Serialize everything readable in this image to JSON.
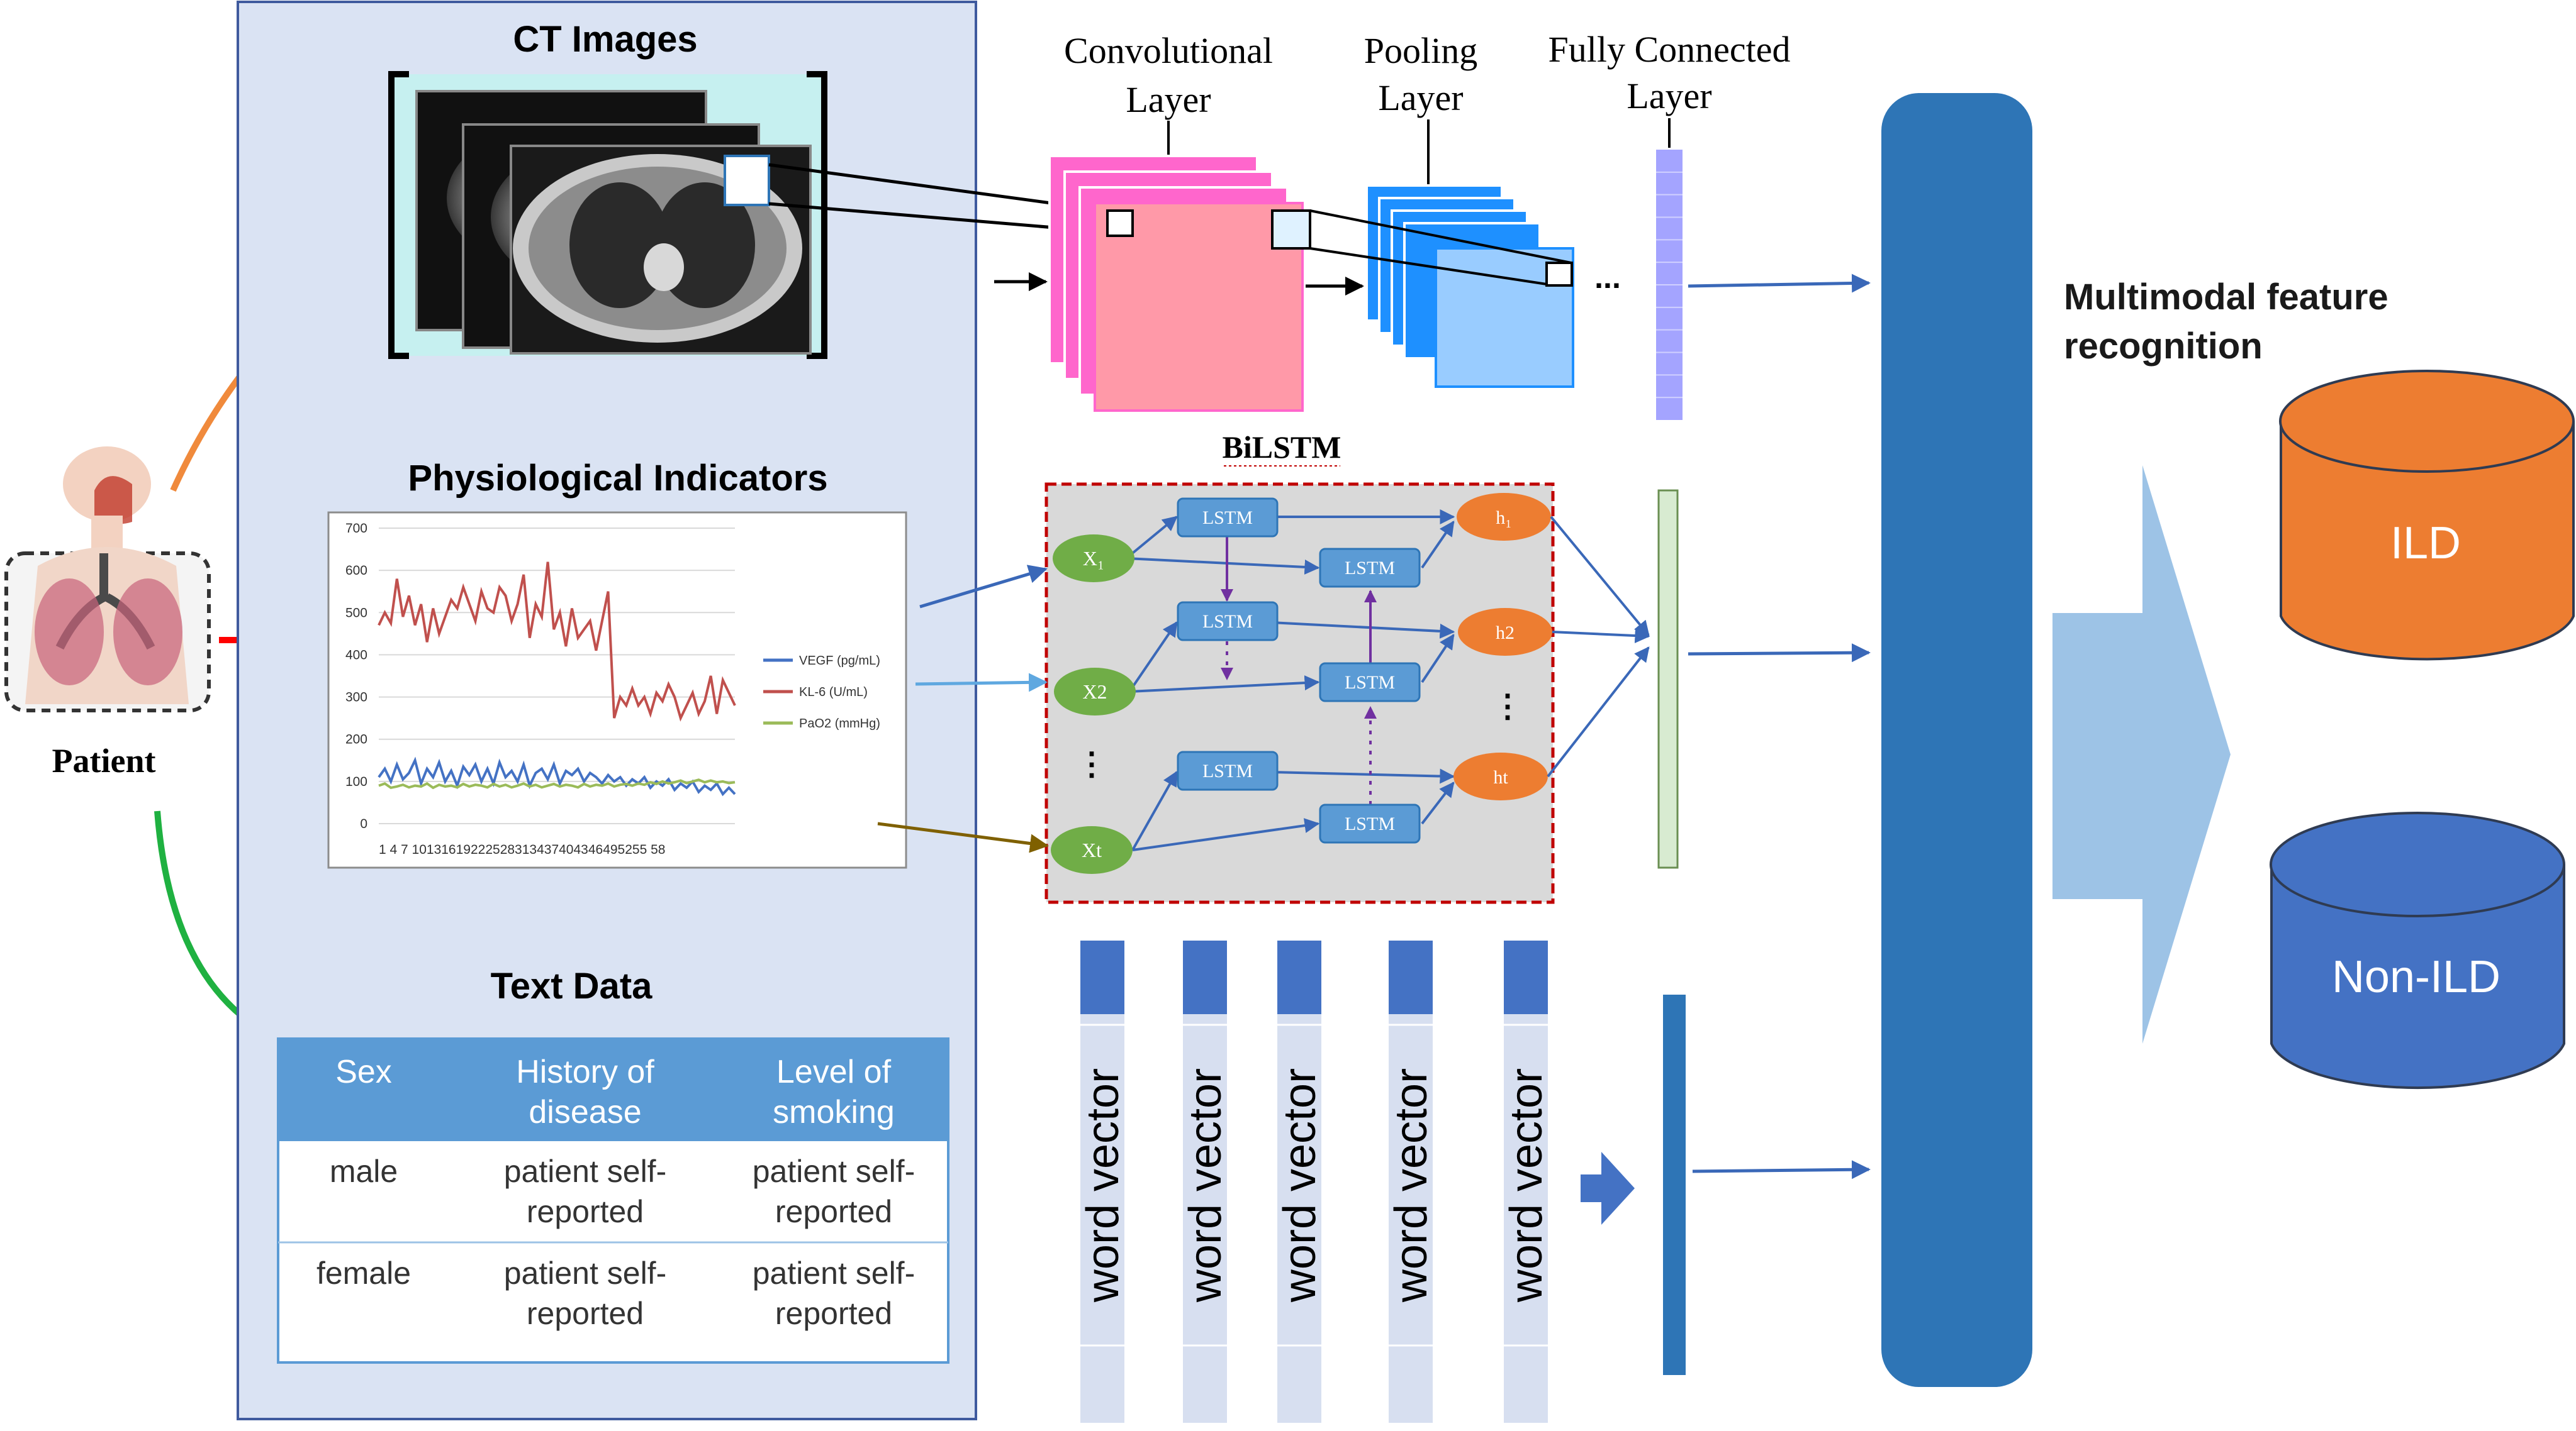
{
  "patient": {
    "label": "Patient"
  },
  "panel": {
    "ct_title": "CT Images",
    "physio_title": "Physiological Indicators",
    "text_title": "Text Data"
  },
  "physio_chart": {
    "chart_data": {
      "type": "line",
      "title": "",
      "xlabel": "",
      "ylabel": "",
      "ylim": [
        0,
        700
      ],
      "yticks": [
        "0",
        "100",
        "200",
        "300",
        "400",
        "500",
        "600",
        "700"
      ],
      "x_tick_text": "1  4  7 10131619222528313437404346495255 58",
      "x": [
        1,
        2,
        3,
        4,
        5,
        6,
        7,
        8,
        9,
        10,
        11,
        12,
        13,
        14,
        15,
        16,
        17,
        18,
        19,
        20,
        21,
        22,
        23,
        24,
        25,
        26,
        27,
        28,
        29,
        30,
        31,
        32,
        33,
        34,
        35,
        36,
        37,
        38,
        39,
        40,
        41,
        42,
        43,
        44,
        45,
        46,
        47,
        48,
        49,
        50,
        51,
        52,
        53,
        54,
        55,
        56,
        57,
        58,
        59,
        60
      ],
      "series": [
        {
          "name": "VEGF (pg/mL)",
          "color": "#4472c4",
          "values": [
            110,
            130,
            100,
            140,
            105,
            120,
            150,
            95,
            130,
            110,
            145,
            100,
            125,
            90,
            135,
            115,
            140,
            100,
            130,
            95,
            145,
            110,
            125,
            100,
            140,
            90,
            120,
            130,
            105,
            140,
            95,
            125,
            115,
            130,
            100,
            120,
            110,
            95,
            115,
            100,
            110,
            90,
            105,
            95,
            110,
            85,
            100,
            90,
            105,
            80,
            95,
            85,
            100,
            75,
            90,
            80,
            95,
            70,
            85,
            70
          ]
        },
        {
          "name": "KL-6 (U/mL)",
          "color": "#c0504d",
          "values": [
            470,
            500,
            475,
            580,
            490,
            540,
            470,
            520,
            430,
            510,
            450,
            490,
            530,
            510,
            560,
            520,
            480,
            550,
            510,
            500,
            560,
            540,
            480,
            520,
            590,
            440,
            520,
            490,
            620,
            460,
            500,
            420,
            510,
            440,
            460,
            480,
            410,
            480,
            550,
            250,
            300,
            280,
            320,
            280,
            300,
            260,
            310,
            290,
            330,
            300,
            250,
            280,
            310,
            260,
            290,
            350,
            260,
            340,
            310,
            280
          ]
        },
        {
          "name": "PaO2 (mmHg)",
          "color": "#9bbb59",
          "values": [
            90,
            95,
            85,
            88,
            92,
            86,
            90,
            88,
            95,
            85,
            92,
            88,
            90,
            86,
            94,
            88,
            92,
            90,
            86,
            94,
            88,
            92,
            86,
            90,
            95,
            88,
            92,
            86,
            90,
            94,
            88,
            92,
            90,
            86,
            94,
            88,
            92,
            90,
            95,
            88,
            92,
            94,
            90,
            95,
            92,
            98,
            94,
            100,
            95,
            98,
            102,
            96,
            100,
            104,
            98,
            102,
            98,
            100,
            96,
            98
          ]
        }
      ],
      "legend": "right"
    }
  },
  "text_table": {
    "headers": [
      "Sex",
      "History of disease",
      "Level of smoking"
    ],
    "header_lines": [
      [
        "Sex"
      ],
      [
        "History of",
        "disease"
      ],
      [
        "Level of",
        "smoking"
      ]
    ],
    "rows": [
      {
        "sex": "male",
        "history": [
          "patient self-",
          "reported"
        ],
        "smoking": [
          "patient self-",
          "reported"
        ]
      },
      {
        "sex": "female",
        "history": [
          "patient self-",
          "reported"
        ],
        "smoking": [
          "patient self-",
          "reported"
        ]
      }
    ]
  },
  "cnn": {
    "conv_label": [
      "Convolutional",
      "Layer"
    ],
    "pool_label": [
      "Pooling",
      "Layer"
    ],
    "fc_label": [
      "Fully Connected",
      "Layer"
    ],
    "ellipsis": "..."
  },
  "bilstm": {
    "title": "BiLSTM",
    "cell_label": "LSTM",
    "inputs": [
      "X₁",
      "X2",
      "Xt"
    ],
    "outputs": [
      "h₁",
      "h2",
      "ht"
    ]
  },
  "words": {
    "label": "word vector",
    "count": 5
  },
  "fusion": {
    "label": [
      "Multimodal feature",
      "recognition"
    ]
  },
  "outputs": {
    "ild": "ILD",
    "non_ild": "Non-ILD"
  },
  "colors": {
    "panel_fill": "#dae3f3",
    "panel_border": "#3f5a9e",
    "table_header": "#5b9bd5",
    "fusion_bar": "#2e75b6",
    "ild": "#ed7d31",
    "non_ild": "#4472c4",
    "conv": "#ff66cc",
    "pool": "#1e90ff",
    "fc": "#a4a4ff",
    "lstm_cell": "#5b9bd5",
    "lstm_in": "#70ad47",
    "lstm_out": "#ed7d31"
  }
}
